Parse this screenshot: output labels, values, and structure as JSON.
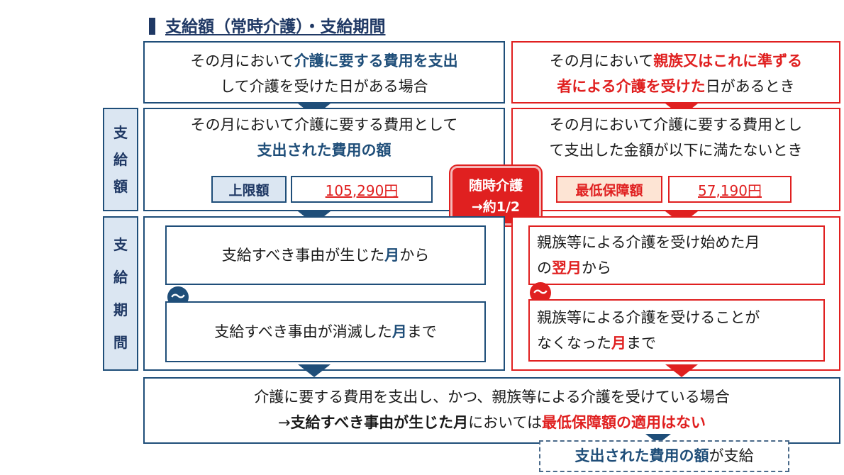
{
  "title": "支給額（常時介護）・支給期間",
  "left_top": {
    "pre": "その月において",
    "em": "介護に要する費用を支出",
    "line2": "して介護を受けた日がある場合"
  },
  "right_top": {
    "pre": "その月において",
    "em1": "親族又はこれに準ずる",
    "em2": "者による介護を受けた",
    "post": "日があるとき"
  },
  "side_amount": [
    "支",
    "給",
    "額"
  ],
  "side_period": [
    "支",
    "給",
    "期",
    "間"
  ],
  "left_amount": {
    "line1": "その月において介護に要する費用として",
    "line2": "支出された費用の額",
    "cap_label": "上限額",
    "cap_value": "105,290円"
  },
  "right_amount": {
    "line1": "その月において介護に要する費用とし",
    "line2": "て支出した金額が以下に満たないとき",
    "min_label": "最低保障額",
    "min_value": "57,190円"
  },
  "badge": {
    "line1": "随時介護",
    "line2": "→約1/2"
  },
  "left_period": {
    "start_pre": "支給すべき事由が生じた",
    "start_em": "月",
    "start_post": "から",
    "end_pre": "支給すべき事由が消滅した",
    "end_em": "月",
    "end_post": "まで",
    "tilde": "〜"
  },
  "right_period": {
    "start_line1": "親族等による介護を受け始めた月",
    "start_pre": "の",
    "start_em": "翌月",
    "start_post": "から",
    "end_line1": "親族等による介護を受けることが",
    "end_pre": "なくなった",
    "end_em": "月",
    "end_post": "まで",
    "tilde": "〜"
  },
  "bottom": {
    "line1": "介護に要する費用を支出し、かつ、親族等による介護を受けている場合",
    "arrow": "→",
    "em1": "支給すべき事由が生じた月",
    "mid": "においては",
    "em2": "最低保障額の適用はない"
  },
  "result": {
    "em": "支出された費用の額",
    "post": "が支給"
  },
  "colors": {
    "blue": "#1f4e79",
    "red": "#e02020",
    "side_bg": "#dbe6f2"
  }
}
